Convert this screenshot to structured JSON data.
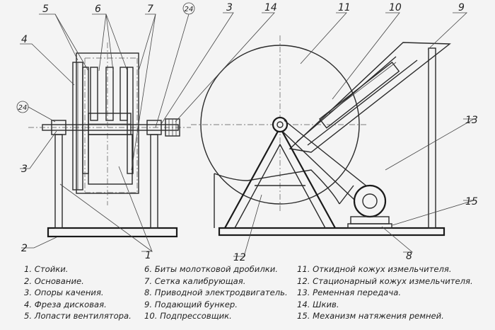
{
  "callouts": {
    "n1": "1",
    "n2": "2",
    "n3": "3",
    "n3b": "3",
    "n4": "4",
    "n5": "5",
    "n6": "6",
    "n7": "7",
    "n8": "8",
    "n9": "9",
    "n10": "10",
    "n11": "11",
    "n12": "12",
    "n13": "13",
    "n14": "14",
    "n15": "15",
    "sec_top": "24",
    "sec_left": "24"
  },
  "legend": {
    "col1": [
      "1. Стойки.",
      "2. Основание.",
      "3. Опоры качения.",
      "4. Фреза дисковая.",
      "5. Лопасти вентилятора."
    ],
    "col2": [
      "6. Биты молотковой дробилки.",
      "7. Сетка калибрующая.",
      "8. Приводной электродвигатель.",
      "9. Подающий бункер.",
      "10. Подпрессовщик."
    ],
    "col3": [
      "11. Откидной кожух измельчителя.",
      "12. Стационарный кожух измельчителя.",
      "13. Ременная передача.",
      "14. Шкив.",
      "15. Механизм натяжения ремней."
    ]
  }
}
